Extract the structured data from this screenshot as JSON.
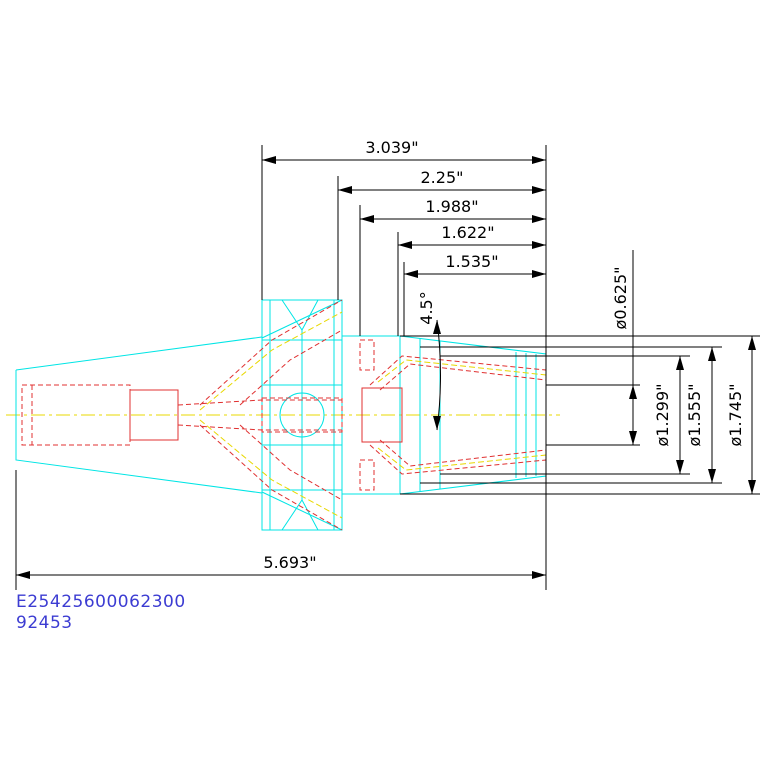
{
  "dimensions": {
    "overall_length": "5.693\"",
    "d1": "3.039\"",
    "d2": "2.25\"",
    "d3": "1.988\"",
    "d4": "1.622\"",
    "d5": "1.535\"",
    "angle": "4.5°",
    "dia_bore": "ø0.625\"",
    "dia_1": "ø1.299\"",
    "dia_2": "ø1.555\"",
    "dia_3": "ø1.745\""
  },
  "part_number": "E25425600062300",
  "sub_number": "92453",
  "colors": {
    "outline": "#00e5e5",
    "hidden": "#e03030",
    "centerline": "#e8d800",
    "dimension": "#000000",
    "text": "#3c3cd2"
  }
}
